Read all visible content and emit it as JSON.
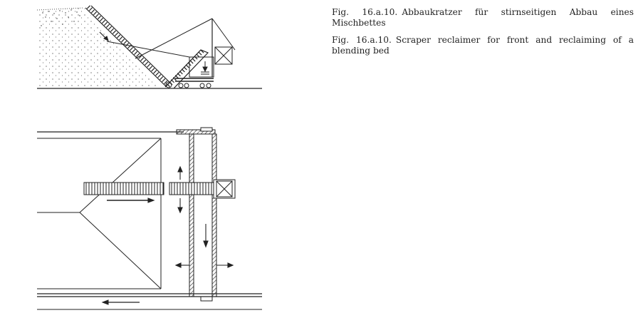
{
  "figure": {
    "number": "Fig. 16.a.10.",
    "caption_de": "Abbaukratzer für stirnseitigen Abbau eines Mischbettes",
    "caption_en": "Scraper reclaimer for front and reclaiming of a blending bed"
  },
  "colors": {
    "ink": "#222222",
    "background": "#ffffff"
  }
}
